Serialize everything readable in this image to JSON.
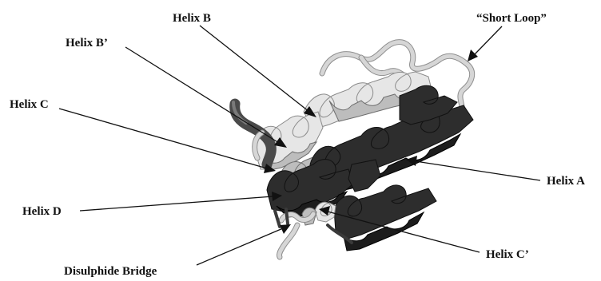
{
  "labels": {
    "helix_b": "Helix B",
    "short_loop": "“Short Loop”",
    "helix_b_prime": "Helix B’",
    "helix_c": "Helix C",
    "helix_a": "Helix A",
    "helix_d": "Helix D",
    "helix_c_prime": "Helix C’",
    "disulphide_bridge": "Disulphide Bridge"
  },
  "colors": {
    "light_helix": "#e6e6e6",
    "mid_helix": "#bdbdbd",
    "dark_helix": "#2d2d2d",
    "text": "#111111",
    "background": "#ffffff"
  }
}
